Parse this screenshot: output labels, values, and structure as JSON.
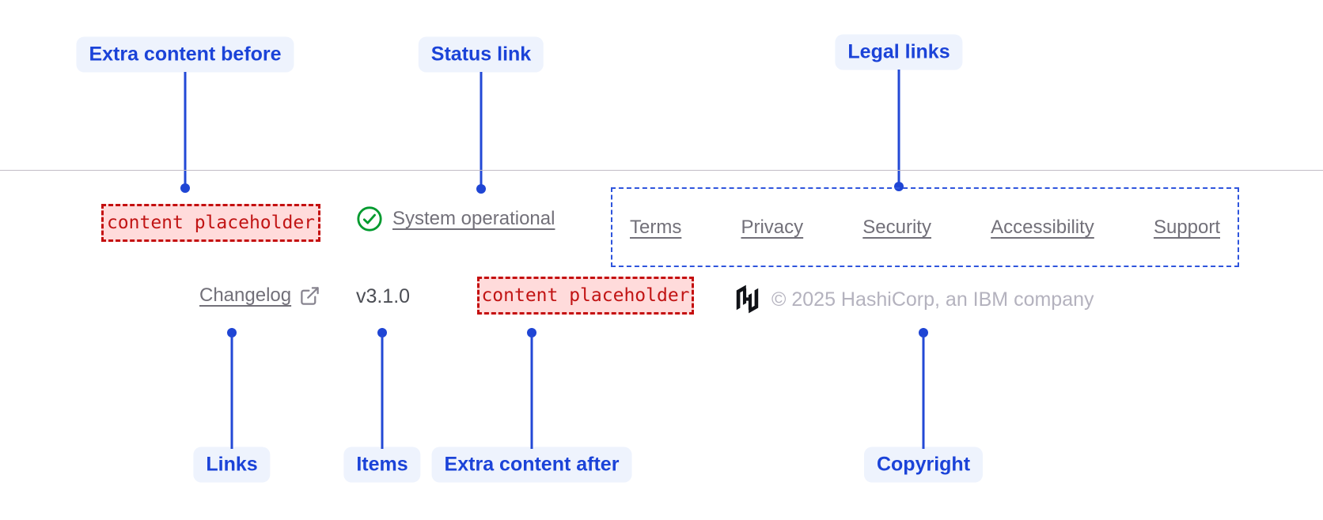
{
  "annotations": {
    "extra_content_before": "Extra content before",
    "status_link": "Status link",
    "legal_links": "Legal links",
    "links": "Links",
    "items": "Items",
    "extra_content_after": "Extra content after",
    "copyright": "Copyright"
  },
  "footer": {
    "placeholder_before": "content placeholder",
    "status_link": "System operational",
    "legal_links": [
      "Terms",
      "Privacy",
      "Security",
      "Accessibility",
      "Support"
    ],
    "changelog_link": "Changelog",
    "version": "v3.1.0",
    "placeholder_after": "content placeholder",
    "copyright": "© 2025 HashiCorp, an IBM company"
  },
  "icons": {
    "status": "check-circle-icon",
    "changelog": "external-link-icon",
    "brand": "hashicorp-logo"
  },
  "colors": {
    "annotation_text": "#1b43d8",
    "annotation_bg": "#eef3fd",
    "connector_blue": "#2349d6",
    "region_outline_blue": "#2f55dd",
    "placeholder_text_red": "#c11414",
    "placeholder_bg": "#ffdbdb",
    "placeholder_border_red": "#c40f0f",
    "link_gray": "#727079",
    "copyright_gray": "#b4b2be",
    "version_gray": "#4c4e55",
    "status_green": "#009a2e",
    "divider_gray": "#c2bdc6",
    "logo_black": "#101217"
  }
}
